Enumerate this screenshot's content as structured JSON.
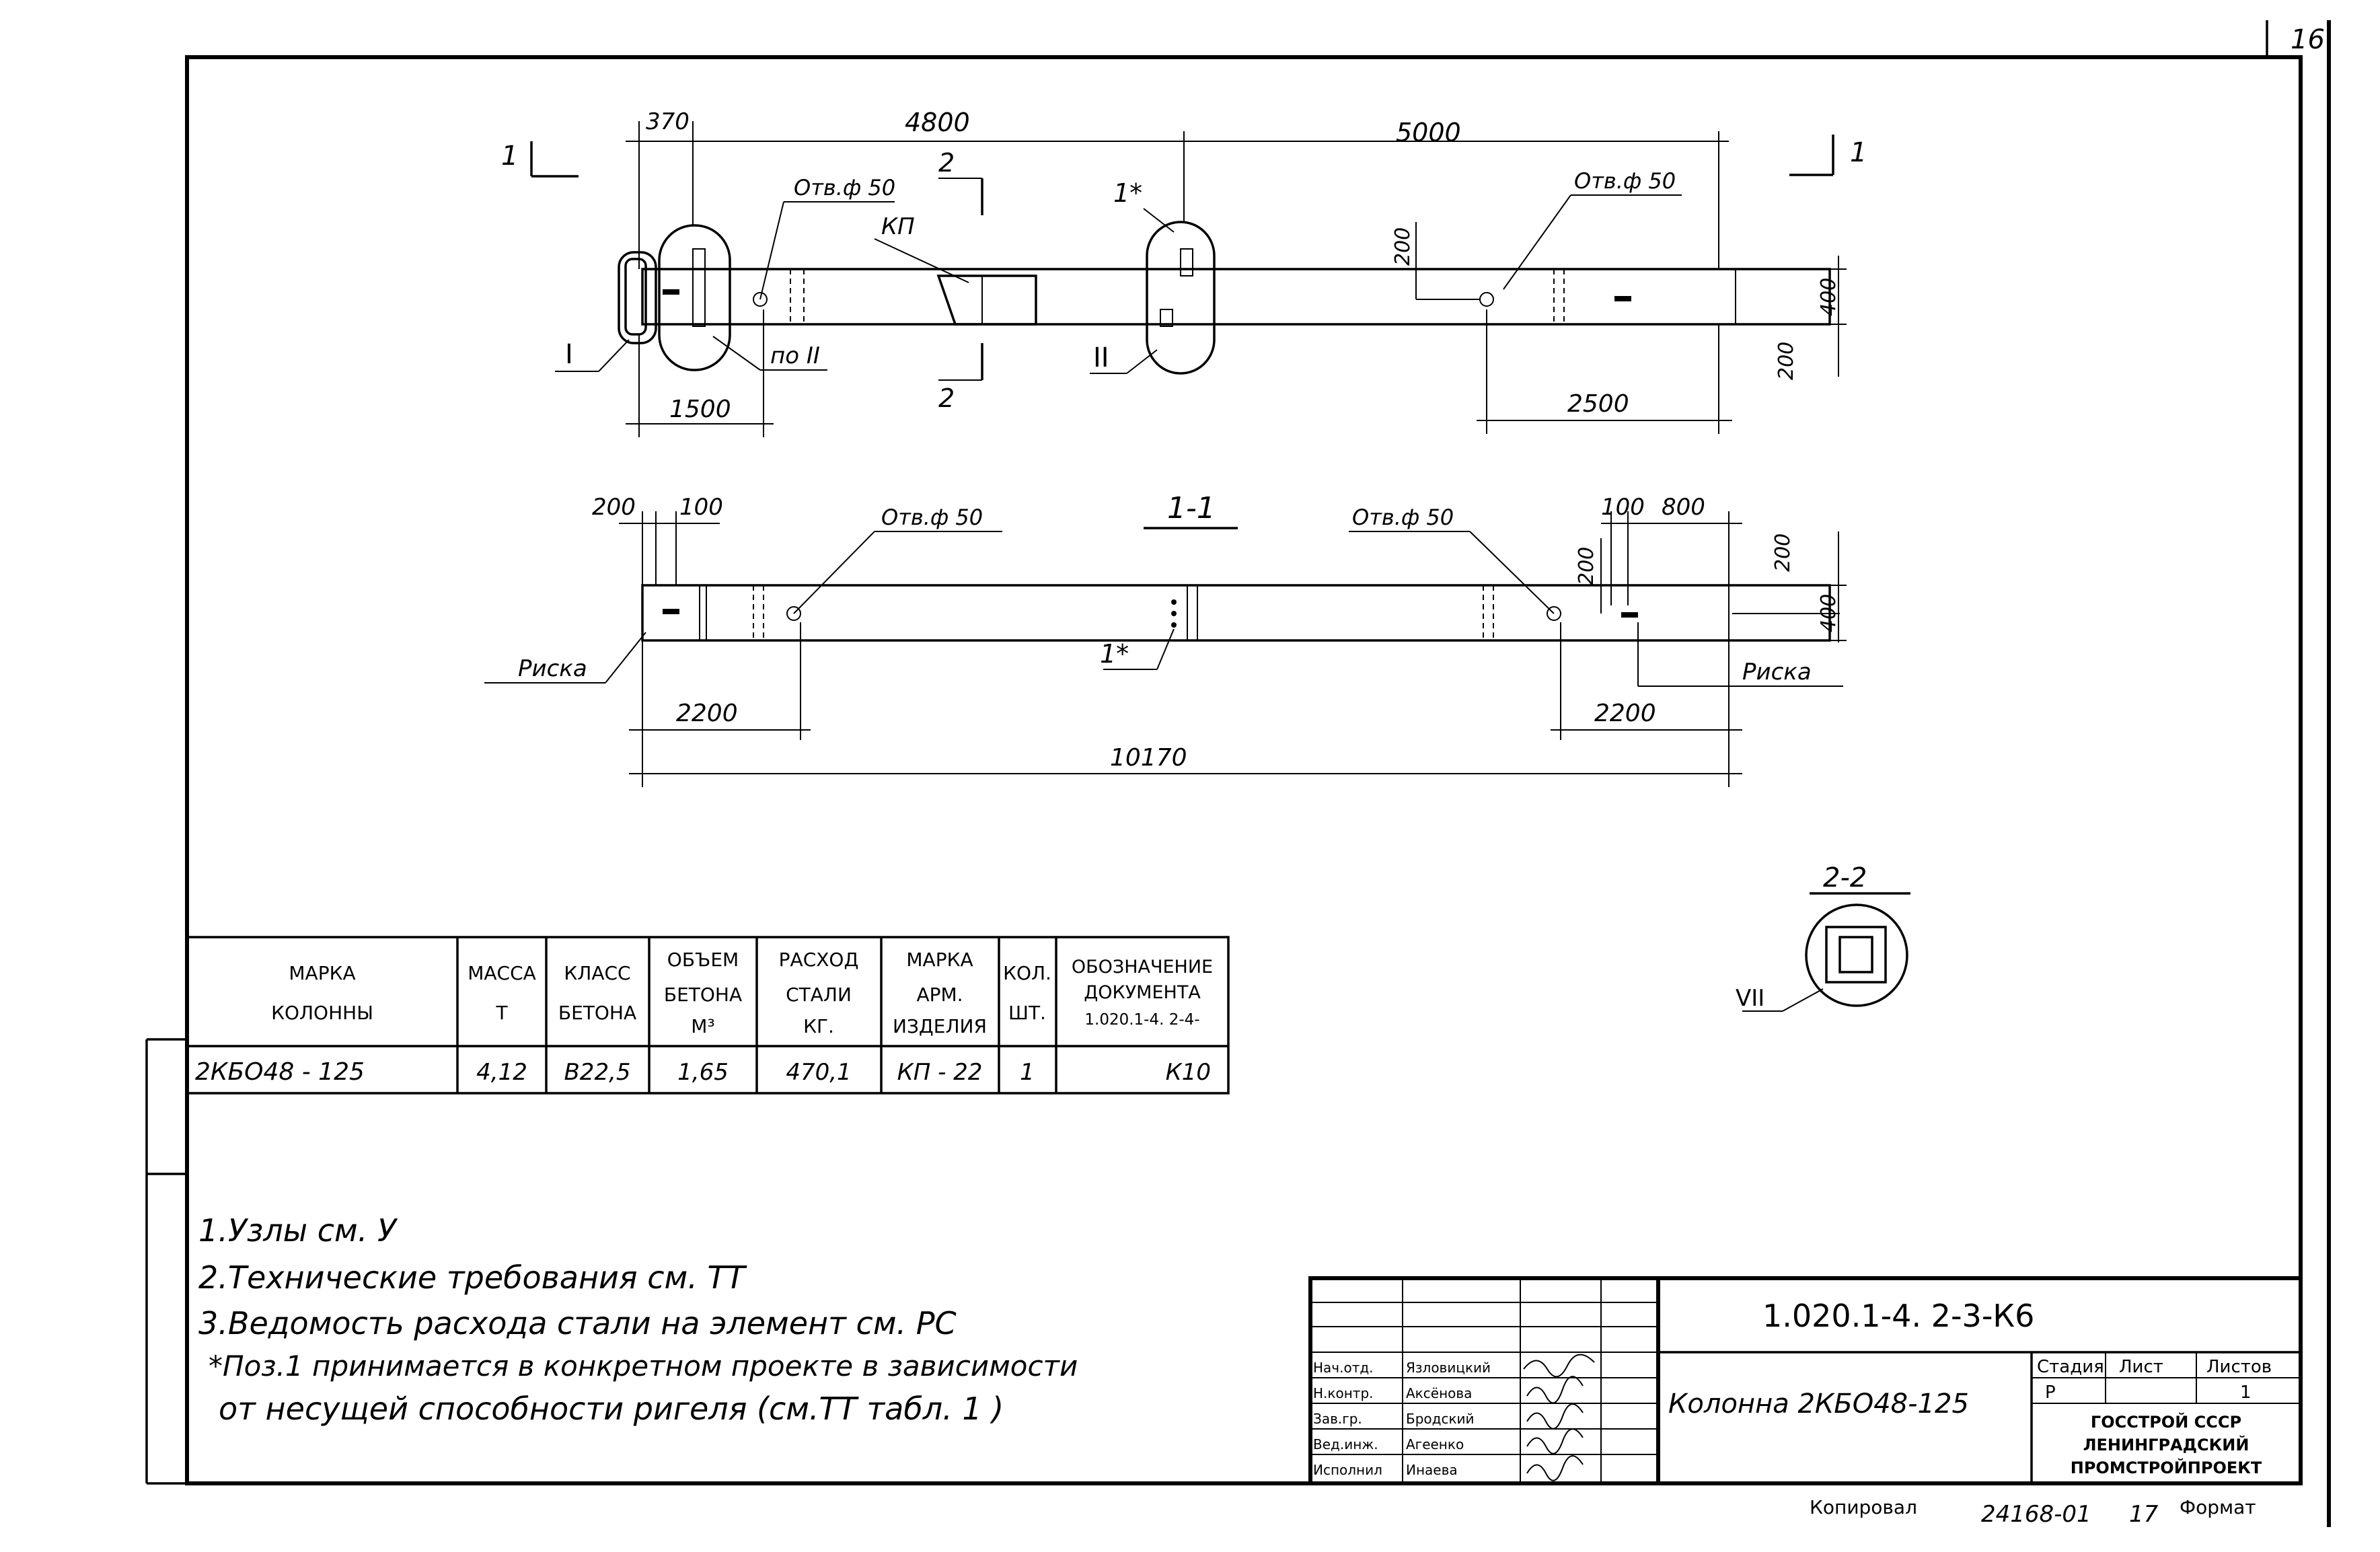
{
  "sheet_number": "16",
  "elevation": {
    "dims_top": [
      "370",
      "4800",
      "5000"
    ],
    "dim_1500": "1500",
    "dim_2500": "2500",
    "dim_200_left": "200",
    "dim_200_right": "200",
    "dim_400": "400",
    "hole_left": "Отв.ф 50",
    "hole_right": "Отв.ф 50",
    "cut_1_left": "1",
    "cut_1_right": "1",
    "cut_2_top": "2",
    "cut_2_bottom": "2",
    "kp": "КП",
    "node_I": "I",
    "node_II": "II",
    "po_II": "по II",
    "node_1star": "1*"
  },
  "section_1_1": {
    "title": "1-1",
    "dim_200": "200",
    "dim_100": "100",
    "dim_100_right": "100",
    "dim_800": "800",
    "dim_200_mid": "200",
    "dim_200_right": "200",
    "dim_400": "400",
    "hole_left": "Отв.ф 50",
    "hole_right": "Отв.ф 50",
    "riska_left": "Риска",
    "riska_right": "Риска",
    "dim_2200_left": "2200",
    "dim_2200_right": "2200",
    "dim_total": "10170",
    "mark_1star": "1*"
  },
  "section_2_2": {
    "title": "2-2",
    "node": "VII"
  },
  "spec_table": {
    "headers": [
      [
        "МАРКА",
        "КОЛОННЫ"
      ],
      [
        "МАССА",
        "Т"
      ],
      [
        "КЛАСС",
        "БЕТОНА"
      ],
      [
        "ОБЪЕМ",
        "БЕТОНА",
        "М³"
      ],
      [
        "РАСХОД",
        "СТАЛИ",
        "КГ."
      ],
      [
        "МАРКА",
        "АРМ.",
        "ИЗДЕЛИЯ"
      ],
      [
        "КОЛ.",
        "ШТ."
      ],
      [
        "ОБОЗНАЧЕНИЕ",
        "ДОКУМЕНТА",
        "1.020.1-4. 2-4-"
      ]
    ],
    "row": [
      "2КБО48 - 125",
      "4,12",
      "В22,5",
      "1,65",
      "470,1",
      "КП - 22",
      "1",
      "К10"
    ]
  },
  "notes": [
    "1.Узлы см. У",
    "2.Технические требования см. ТТ",
    "3.Ведомость расхода стали на элемент см. РС",
    "*Поз.1 принимается в конкретном проекте в зависимости",
    "от несущей способности ригеля (см.ТТ табл. 1 )"
  ],
  "title_block": {
    "code": "1.020.1-4.  2-3-К6",
    "element_name": "Колонна 2КБО48-125",
    "roles": [
      "Нач.отд.",
      "Н.контр.",
      "Зав.гр.",
      "Вед.инж.",
      "Исполнил"
    ],
    "names": [
      "Язловицкий",
      "Аксёнова",
      "Бродский",
      "Агеенко",
      "Инаева"
    ],
    "stage_label": "Стадия",
    "sheet_label": "Лист",
    "sheets_label": "Листов",
    "stage": "Р",
    "sheet": "",
    "sheets": "1",
    "org_line1": "ГОССТРОЙ СССР",
    "org_line2": "ЛЕНИНГРАДСКИЙ",
    "org_line3": "ПРОМСТРОЙПРОЕКТ"
  },
  "footer": {
    "copied": "Копировал",
    "order": "24168-01",
    "page": "17",
    "format": "Формат"
  }
}
